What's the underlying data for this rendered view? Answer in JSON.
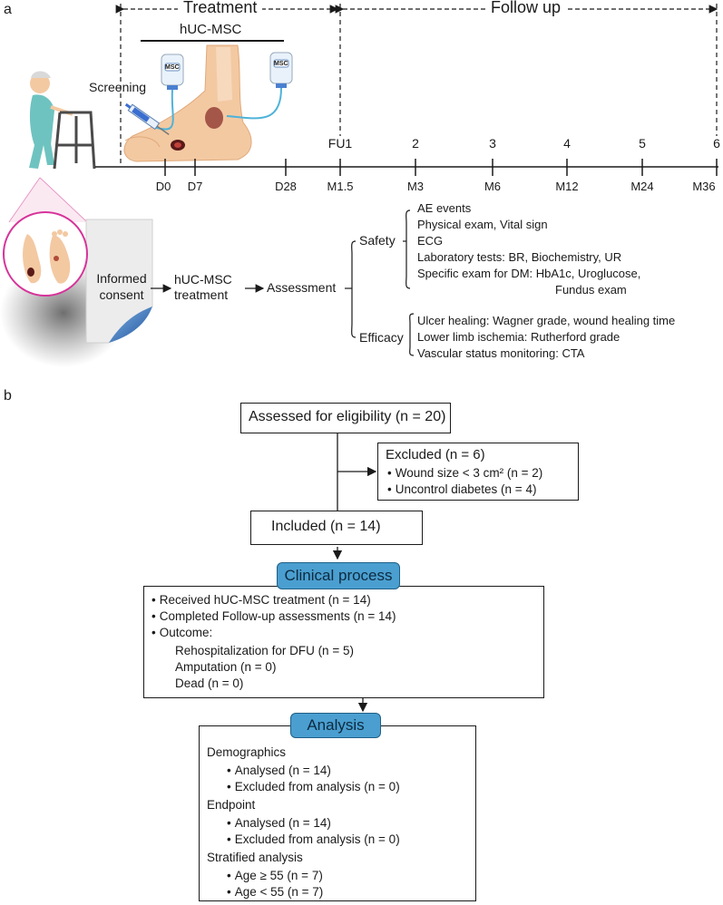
{
  "panel_a": {
    "label": "a",
    "treatment_label": "Treatment",
    "followup_label": "Follow up",
    "hucmsc_label": "hUC-MSC",
    "bag_label": "MSC",
    "screening_label": "Screening",
    "visit_numbers": [
      "FU1",
      "2",
      "3",
      "4",
      "5",
      "6"
    ],
    "timeline_ticks": [
      "D0",
      "D7",
      "D28",
      "M1.5",
      "M3",
      "M6",
      "M12",
      "M24",
      "M36"
    ],
    "flow": {
      "consent": "Informed consent",
      "treatment": "hUC-MSC treatment",
      "assessment": "Assessment"
    },
    "safety": {
      "label": "Safety",
      "items": [
        "AE events",
        "Physical exam, Vital sign",
        "ECG",
        "Laboratory tests: BR, Biochemistry, UR",
        "Specific exam for DM: HbA1c, Uroglucose,",
        "Fundus exam"
      ]
    },
    "efficacy": {
      "label": "Efficacy",
      "items": [
        "Ulcer healing: Wagner grade, wound healing time",
        "Lower limb ischemia: Rutherford grade",
        "Vascular status monitoring: CTA"
      ]
    }
  },
  "panel_b": {
    "label": "b",
    "assessed": "Assessed for eligibility (n = 20)",
    "excluded": {
      "title": "Excluded (n = 6)",
      "items": [
        "Wound  size < 3 cm² (n = 2)",
        "Uncontrol diabetes (n = 4)"
      ]
    },
    "included": "Included (n = 14)",
    "clinical_process": {
      "title": "Clinical process",
      "items": [
        "Received hUC-MSC treatment (n = 14)",
        "Completed Follow-up assessments (n = 14)",
        "Outcome:"
      ],
      "outcomes": [
        "Rehospitalization for DFU (n = 5)",
        "Amputation (n = 0)",
        "Dead (n = 0)"
      ]
    },
    "analysis": {
      "title": "Analysis",
      "sections": [
        {
          "heading": "Demographics",
          "items": [
            "Analysed (n = 14)",
            "Excluded from analysis (n = 0)"
          ]
        },
        {
          "heading": "Endpoint",
          "items": [
            "Analysed (n = 14)",
            "Excluded from analysis (n = 0)"
          ]
        },
        {
          "heading": "Stratified analysis",
          "items": [
            "Age ≥ 55 (n = 7)",
            "Age < 55 (n = 7)"
          ]
        }
      ]
    }
  }
}
